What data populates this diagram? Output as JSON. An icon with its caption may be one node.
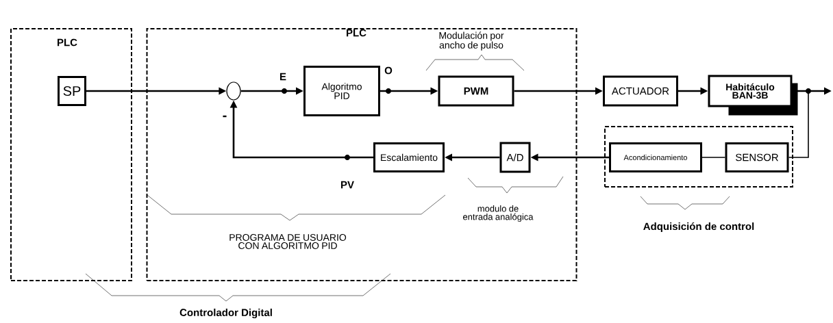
{
  "diagram": {
    "nodes": [
      {
        "text": [
          "PLC"
        ]
      },
      {
        "text": [
          "SP"
        ],
        "in": 0
      },
      {
        "text": [
          "PLC"
        ]
      },
      {
        "text": [],
        "shape": "circle",
        "in": 2
      },
      {
        "text": [
          "Algoritmo PID"
        ],
        "in": 2
      },
      {
        "text": [
          "PWM"
        ],
        "in": 2
      },
      {
        "text": [
          "Escalamiento"
        ],
        "in": 2
      },
      {
        "text": [
          "A/D"
        ],
        "in": 2
      },
      {
        "text": [
          "ACTUADOR"
        ]
      },
      {
        "text": [
          "Habitáculo BAN-3B"
        ]
      },
      {
        "text": [],
        "shape": "box"
      },
      {
        "text": [
          "Acondicionamiento"
        ],
        "in": 10
      },
      {
        "text": [
          "SENSOR"
        ],
        "in": 10
      }
    ],
    "edges": [
      {
        "from": 1,
        "to": 3,
        "arrow": "to"
      },
      {
        "from": 3,
        "to": 4,
        "arrow": "to"
      },
      {
        "from": 4,
        "to": 5,
        "arrow": "to"
      },
      {
        "from": 5,
        "to": 8,
        "arrow": "to"
      },
      {
        "from": 8,
        "to": 9,
        "arrow": "to"
      },
      {
        "from": 9,
        "to": null,
        "arrow": "to"
      },
      {
        "from": 9,
        "to": 12,
        "arrow": "none"
      },
      {
        "from": 12,
        "to": 11,
        "arrow": "none"
      },
      {
        "from": 11,
        "to": 7,
        "arrow": "to"
      },
      {
        "from": 7,
        "to": 6,
        "arrow": "to"
      },
      {
        "from": 6,
        "to": 3,
        "arrow": "to"
      }
    ],
    "labels": [
      "E",
      "O",
      "-",
      "PV",
      "Modulación por ancho de pulso",
      "PROGRAMA DE USUARIO CON ALGORITMO PID",
      "modulo de entrada analógica",
      "Adquisición de control",
      "Controlador Digital"
    ]
  }
}
